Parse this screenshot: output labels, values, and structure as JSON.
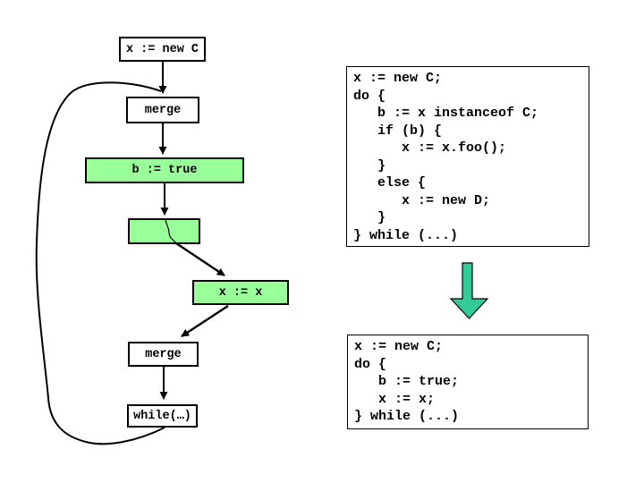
{
  "slide": {
    "kind": "control-flow-graph-with-code",
    "colors": {
      "background": "#ffffff",
      "node_green_fill": "#99ff99",
      "node_white_fill": "#ffffff",
      "edge_stroke": "#000000",
      "big_arrow_fill": "#33cc99"
    },
    "flowchart": {
      "nodes": [
        {
          "label": "x := new C",
          "fill": "white"
        },
        {
          "label": "merge",
          "fill": "white"
        },
        {
          "label": "b := true",
          "fill": "green"
        },
        {
          "label": "",
          "fill": "green"
        },
        {
          "label": "x := x",
          "fill": "green"
        },
        {
          "label": "merge",
          "fill": "white"
        },
        {
          "label": "while(…)",
          "fill": "white"
        }
      ]
    },
    "code_blocks": {
      "before": "x := new C;\ndo {\n   b := x instanceof C;\n   if (b) {\n      x := x.foo();\n   }\n   else {\n      x := new D;\n   }\n} while (...)",
      "after": "x := new C;\ndo {\n   b := true;\n   x := x;\n} while (...)"
    },
    "transform_arrow": {
      "direction": "down"
    }
  }
}
